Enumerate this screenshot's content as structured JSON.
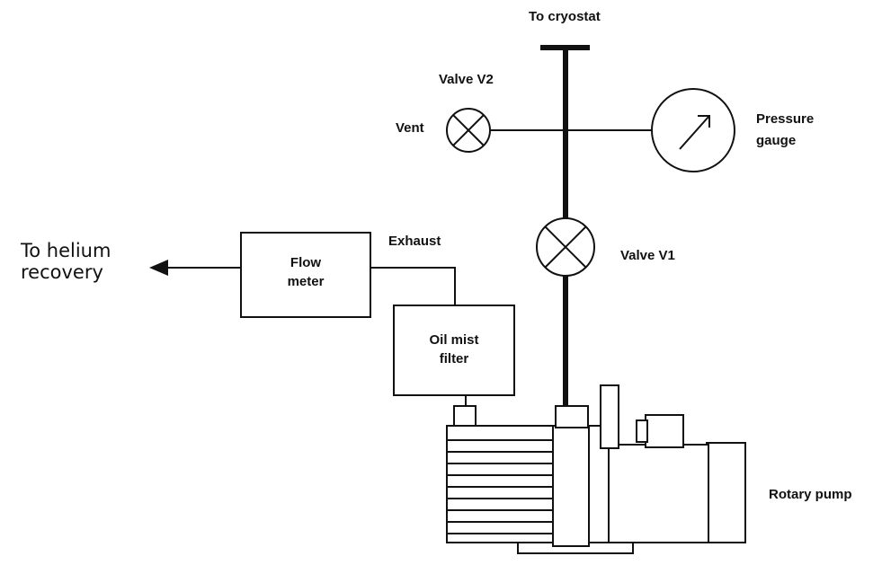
{
  "labels": {
    "to_cryostat": "To cryostat",
    "valve_v2": "Valve V2",
    "vent": "Vent",
    "pressure_gauge_line1": "Pressure",
    "pressure_gauge_line2": "gauge",
    "valve_v1": "Valve V1",
    "exhaust": "Exhaust",
    "helium_recovery_line1": "To helium",
    "helium_recovery_line2": "recovery",
    "flow_meter_line1": "Flow",
    "flow_meter_line2": "meter",
    "oil_mist_filter_line1": "Oil mist",
    "oil_mist_filter_line2": "filter",
    "rotary_pump": "Rotary pump"
  }
}
